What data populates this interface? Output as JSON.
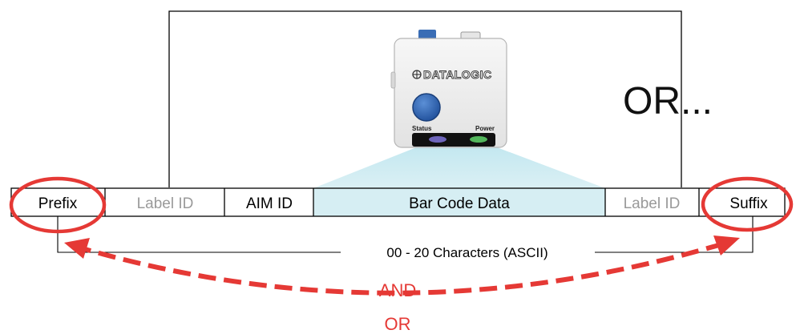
{
  "diagram": {
    "or_heading": "OR...",
    "device": {
      "brand": "DATALOGIC",
      "status_label": "Status",
      "power_label": "Power"
    },
    "segments": [
      {
        "name": "segment-prefix",
        "label": "Prefix",
        "color": "#000000"
      },
      {
        "name": "segment-label-id-left",
        "label": "Label ID",
        "color": "#9a9a9a"
      },
      {
        "name": "segment-aim-id",
        "label": "AIM ID",
        "color": "#000000"
      },
      {
        "name": "segment-bar-code-data",
        "label": "Bar Code Data",
        "color": "#000000",
        "fill": "#d6eef3"
      },
      {
        "name": "segment-label-id-right",
        "label": "Label ID",
        "color": "#9a9a9a"
      },
      {
        "name": "segment-suffix",
        "label": "Suffix",
        "color": "#000000"
      }
    ],
    "range_label": "00 - 20 Characters (ASCII)",
    "and_label": "AND",
    "or_label": "OR",
    "accent_color": "#e53935"
  }
}
